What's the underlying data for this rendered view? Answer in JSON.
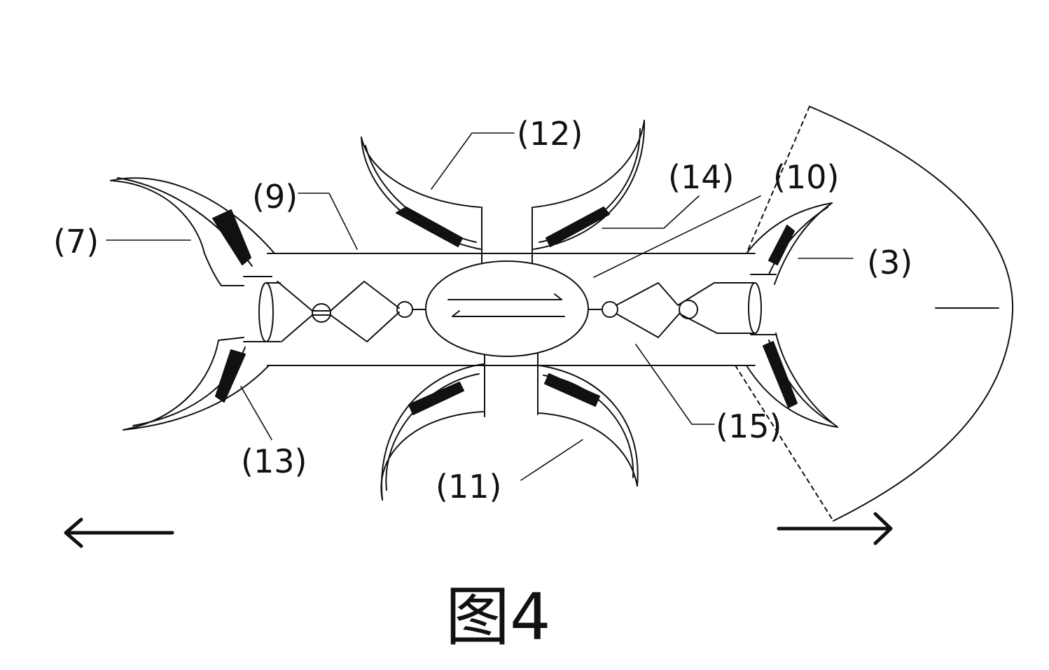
{
  "labels": {
    "l7": "(7)",
    "l9": "(9)",
    "l12": "(12)",
    "l14": "(14)",
    "l10": "(10)",
    "l3": "(3)",
    "l15": "(15)",
    "l11": "(11)",
    "l13": "(13)"
  },
  "caption": "图4"
}
